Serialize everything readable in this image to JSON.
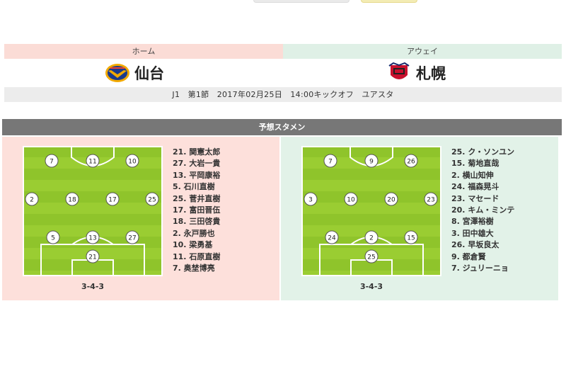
{
  "header": {
    "home_label": "ホーム",
    "away_label": "アウェイ"
  },
  "teams": {
    "home_name": "仙台",
    "away_name": "札幌"
  },
  "match_info": "J1　第1節　2017年02月25日　14:00キックオフ　ユアスタ",
  "section_title": "予想スタメン",
  "home": {
    "formation": "3-4-3",
    "players": [
      "21. 関憲太郎",
      "27. 大岩一貴",
      "13. 平岡康裕",
      "5. 石川直樹",
      "25. 菅井直樹",
      "17. 富田晋伍",
      "18. 三田啓貴",
      "2. 永戸勝也",
      "10. 梁勇基",
      "11. 石原直樹",
      "7. 奥埜博亮"
    ],
    "pitch_numbers": {
      "fw": [
        "7",
        "11",
        "10"
      ],
      "mf": [
        "2",
        "18",
        "17",
        "25"
      ],
      "df": [
        "5",
        "13",
        "27"
      ],
      "gk": "21"
    }
  },
  "away": {
    "formation": "3-4-3",
    "players": [
      "25. ク・ソンユン",
      "15. 菊地直哉",
      "2. 横山知伸",
      "24. 福森晃斗",
      "23. マセード",
      "20. キム・ミンテ",
      "8. 宮澤裕樹",
      "3. 田中雄大",
      "26. 早坂良太",
      "9. 都倉賢",
      "7. ジュリーニョ"
    ],
    "pitch_numbers": {
      "fw": [
        "7",
        "9",
        "26"
      ],
      "mf": [
        "3",
        "10",
        "20",
        "23"
      ],
      "df": [
        "24",
        "2",
        "15"
      ],
      "gk": "25"
    }
  },
  "colors": {
    "home_bg": "#fde0db",
    "away_bg": "#e2f2e8",
    "pitch_green": "#9acd32",
    "section_bar": "#777777"
  }
}
